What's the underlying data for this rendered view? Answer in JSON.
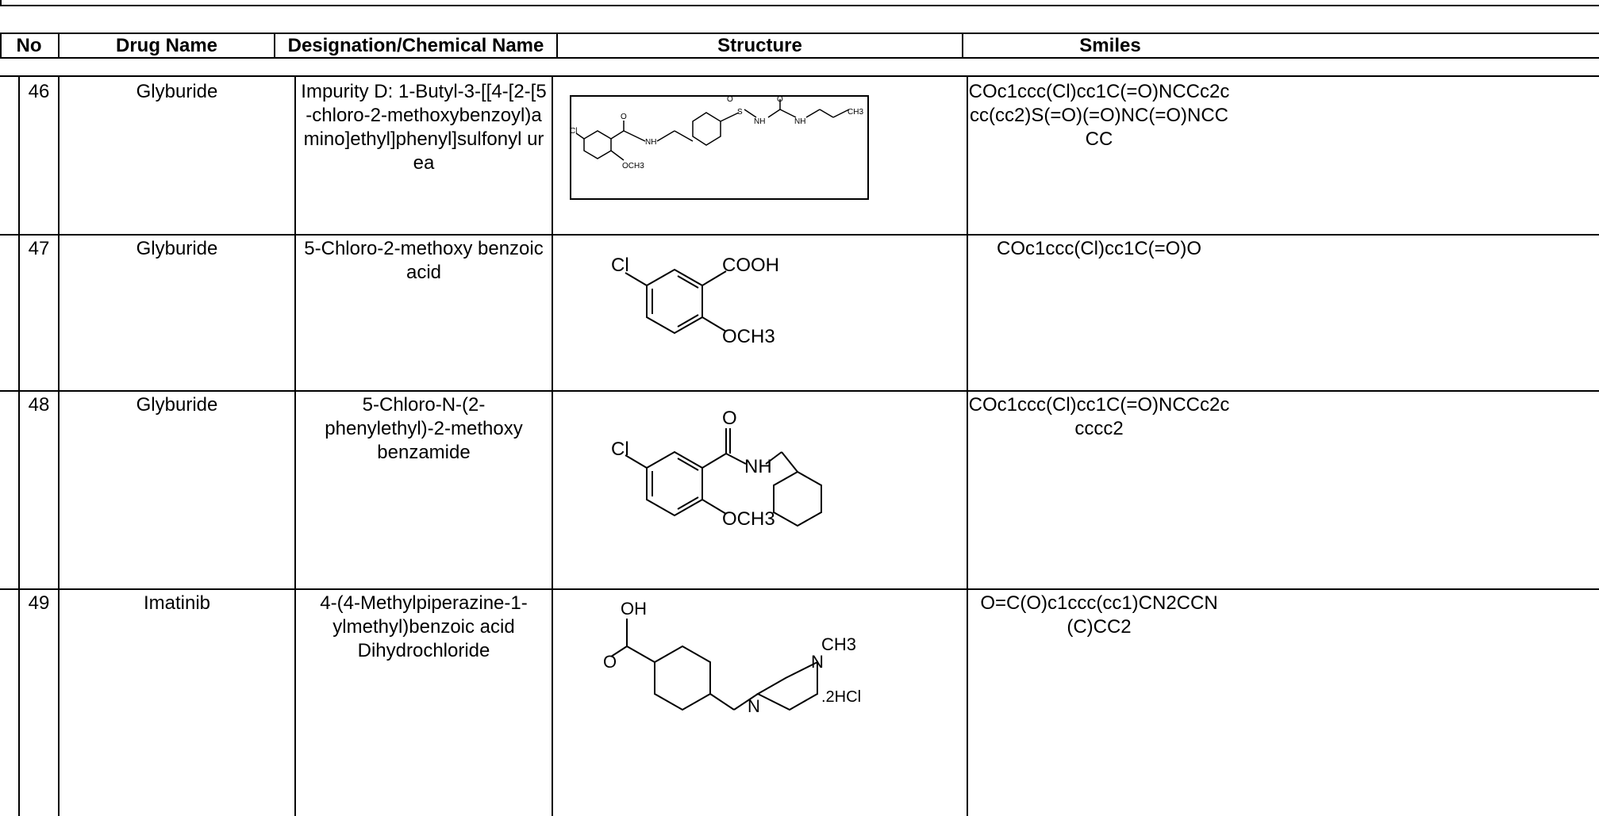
{
  "columns": {
    "no": "No",
    "drug": "Drug Name",
    "designation": "Designation/Chemical Name",
    "structure": "Structure",
    "smiles": "Smiles"
  },
  "rows": [
    {
      "no": "46",
      "drug": "Glyburide",
      "designation": "Impurity D: 1-Butyl-3-[[4-[2-[5-chloro-2-methoxybenzoyl)amino]ethyl]phenyl]sulfonyl urea",
      "smiles": "COc1ccc(Cl)cc1C(=O)NCCc2ccc(cc2)S(=O)(=O)NC(=O)NCCCC",
      "structure_labels": [
        "O",
        "O",
        "O",
        "S",
        "NH",
        "NH",
        "CH3",
        "NH",
        "Cl",
        "OCH3"
      ]
    },
    {
      "no": "47",
      "drug": "Glyburide",
      "designation": "5-Chloro-2-methoxy benzoic acid",
      "smiles": "COc1ccc(Cl)cc1C(=O)O",
      "structure_labels": [
        "Cl",
        "COOH",
        "OCH3"
      ]
    },
    {
      "no": "48",
      "drug": "Glyburide",
      "designation": "5-Chloro-N-(2-phenylethyl)-2-methoxy benzamide",
      "smiles": "COc1ccc(Cl)cc1C(=O)NCCc2ccccc2",
      "structure_labels": [
        "O",
        "Cl",
        "NH",
        "OCH3"
      ]
    },
    {
      "no": "49",
      "drug": "Imatinib",
      "designation": "4-(4-Methylpiperazine-1-ylmethyl)benzoic acid Dihydrochloride",
      "smiles": "O=C(O)c1ccc(cc1)CN2CCN(C)CC2",
      "structure_labels": [
        "OH",
        "O",
        "N",
        "CH3",
        "N",
        ".2HCl"
      ]
    }
  ]
}
